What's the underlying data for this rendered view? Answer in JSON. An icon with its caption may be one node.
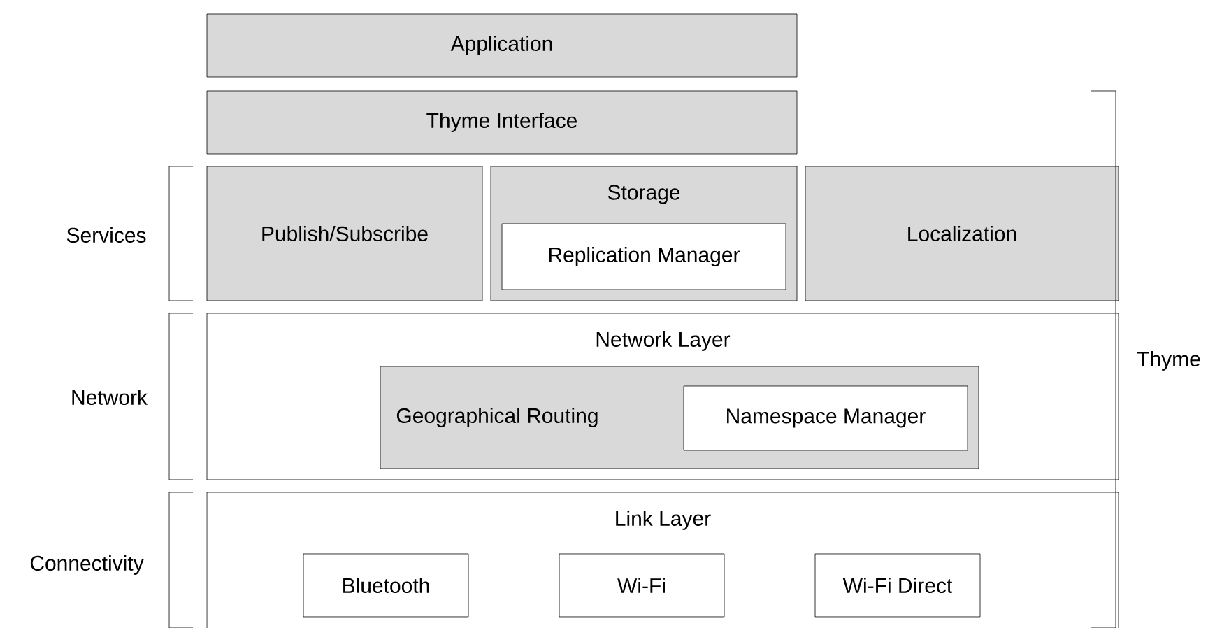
{
  "diagram": {
    "nodes": [
      {
        "text": [
          "Application"
        ]
      },
      {
        "text": [
          "Thyme Interface"
        ]
      },
      {
        "text": [
          "Publish/Subscribe"
        ]
      },
      {
        "text": [
          "Storage"
        ]
      },
      {
        "text": [
          "Replication Manager"
        ],
        "in": 3
      },
      {
        "text": [
          "Localization"
        ]
      },
      {
        "text": [
          "Network Layer"
        ]
      },
      {
        "text": [
          "Geographical Routing"
        ],
        "in": 6
      },
      {
        "text": [
          "Namespace Manager"
        ],
        "in": 7
      },
      {
        "text": [
          "Link Layer"
        ]
      },
      {
        "text": [
          "Bluetooth"
        ],
        "in": 9
      },
      {
        "text": [
          "Wi-Fi"
        ],
        "in": 9
      },
      {
        "text": [
          "Wi-Fi Direct"
        ],
        "in": 9
      }
    ],
    "labels": [
      "Thyme",
      "Services",
      "Network",
      "Connectivity"
    ]
  }
}
